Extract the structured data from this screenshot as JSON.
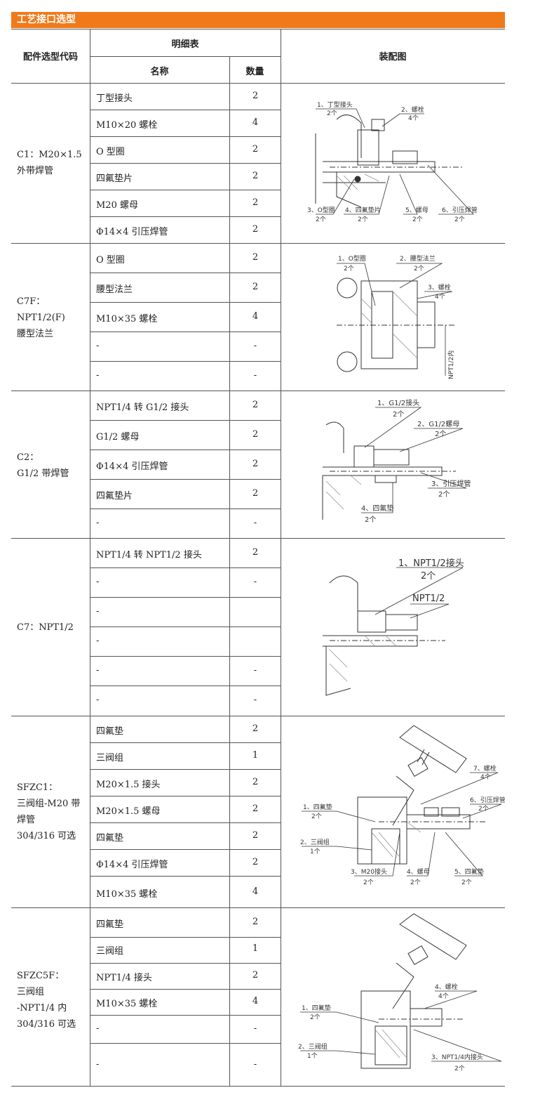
{
  "section_title": "工艺接口选型",
  "headers": {
    "code": "配件选型代码",
    "detail": "明细表",
    "name": "名称",
    "qty": "数量",
    "assembly": "装配图"
  },
  "groups": [
    {
      "code_lines": [
        "C1：M20×1.5",
        "外带焊管"
      ],
      "items": [
        {
          "name": "丁型接头",
          "qty": "2"
        },
        {
          "name": "M10×20 螺栓",
          "qty": "4"
        },
        {
          "name": "O 型圈",
          "qty": "2"
        },
        {
          "name": "四氟垫片",
          "qty": "2"
        },
        {
          "name": "M20 螺母",
          "qty": "2"
        },
        {
          "name": "Φ14×4 引压焊管",
          "qty": "2"
        }
      ],
      "callouts": [
        "1、丁型接头",
        "2个",
        "2、螺栓",
        "4个",
        "3、O型圈",
        "2个",
        "4、四氟垫片",
        "2个",
        "5、螺母",
        "2个",
        "6、引压焊管",
        "2个"
      ]
    },
    {
      "code_lines": [
        "C7F：",
        "NPT1/2(F)",
        "腰型法兰"
      ],
      "items": [
        {
          "name": "O 型圈",
          "qty": "2"
        },
        {
          "name": "腰型法兰",
          "qty": "2"
        },
        {
          "name": "M10×35 螺栓",
          "qty": "4"
        },
        {
          "name": "-",
          "qty": "-"
        },
        {
          "name": "-",
          "qty": "-"
        }
      ],
      "callouts": [
        "1、O型圈",
        "2个",
        "2、腰型法兰",
        "2个",
        "3、螺栓",
        "4个",
        "NPT1/2内"
      ]
    },
    {
      "code_lines": [
        "C2：",
        "G1/2 带焊管"
      ],
      "items": [
        {
          "name": "NPT1/4 转 G1/2 接头",
          "qty": "2"
        },
        {
          "name": "G1/2 螺母",
          "qty": "2"
        },
        {
          "name": "Φ14×4 引压焊管",
          "qty": "2"
        },
        {
          "name": "四氟垫片",
          "qty": "2"
        },
        {
          "name": "-",
          "qty": "-"
        }
      ],
      "callouts": [
        "1、G1/2接头",
        "2个",
        "2、G1/2螺母",
        "2个",
        "3、引压焊管",
        "2个",
        "4、四氟垫",
        "2个"
      ]
    },
    {
      "code_lines": [
        "C7：NPT1/2"
      ],
      "items": [
        {
          "name": "NPT1/4 转 NPT1/2 接头",
          "qty": "2"
        },
        {
          "name": "-",
          "qty": "-"
        },
        {
          "name": "-",
          "qty": ""
        },
        {
          "name": "-",
          "qty": ""
        },
        {
          "name": "-",
          "qty": "-"
        },
        {
          "name": "-",
          "qty": "-"
        }
      ],
      "callouts": [
        "1、NPT1/2接头",
        "2个",
        "NPT1/2"
      ]
    },
    {
      "code_lines": [
        "SFZC1：",
        "三阀组-M20 带",
        "焊管",
        "304/316 可选"
      ],
      "items": [
        {
          "name": "四氟垫",
          "qty": "2"
        },
        {
          "name": "三阀组",
          "qty": "1"
        },
        {
          "name": "M20×1.5 接头",
          "qty": "2"
        },
        {
          "name": "M20×1.5 螺母",
          "qty": "2"
        },
        {
          "name": "四氟垫",
          "qty": "2"
        },
        {
          "name": "Φ14×4 引压焊管",
          "qty": "2"
        },
        {
          "name": "M10×35 螺栓",
          "qty": "4"
        }
      ],
      "callouts": [
        "7、螺栓",
        "4个",
        "6、引压焊管",
        "2个",
        "1、四氟垫",
        "2个",
        "2、三阀组",
        "1个",
        "3、M20接头",
        "2个",
        "4、螺母",
        "2个",
        "5、四氟垫",
        "2个"
      ]
    },
    {
      "code_lines": [
        "SFZC5F：",
        "三阀组",
        "-NPT1/4 内",
        "304/316 可选"
      ],
      "items": [
        {
          "name": "四氟垫",
          "qty": "2"
        },
        {
          "name": "三阀组",
          "qty": "1"
        },
        {
          "name": "NPT1/4 接头",
          "qty": "2"
        },
        {
          "name": "M10×35 螺栓",
          "qty": "4"
        },
        {
          "name": "-",
          "qty": "-"
        },
        {
          "name": "-",
          "qty": "-"
        }
      ],
      "callouts": [
        "4、螺栓",
        "4个",
        "1、四氟垫",
        "2个",
        "2、三阀组",
        "1个",
        "3、NPT1/4内接头",
        "2个"
      ]
    }
  ]
}
